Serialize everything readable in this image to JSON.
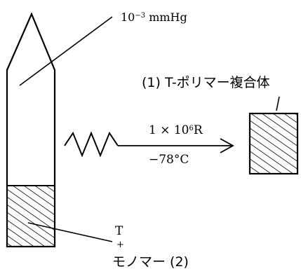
{
  "labels": {
    "pressure": "10",
    "pressure_exp": "−3",
    "pressure_unit": " mmHg",
    "product": "(1)  T-ポリマー複合体",
    "dose": "1 × 10",
    "dose_exp": "6",
    "dose_unit": "R",
    "temperature": "−78°C",
    "charge_t": "T",
    "charge_plus": "+",
    "charge_monomer": "モノマー (2)"
  },
  "colors": {
    "ink": "#000000",
    "background": "#ffffff"
  }
}
